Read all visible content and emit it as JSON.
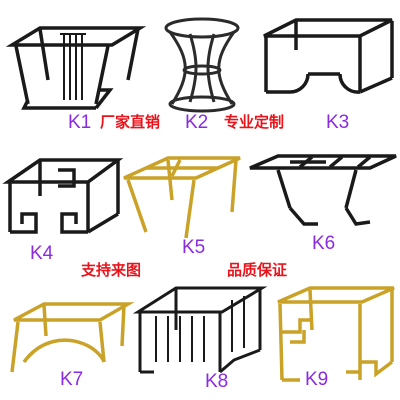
{
  "colors": {
    "background": "#ffffff",
    "frame_black": "#1a1a1a",
    "frame_dark": "#2b2b2b",
    "frame_gold": "#c9a227",
    "code_label": "#8a2be2",
    "slogan": "#e8141c"
  },
  "products": [
    {
      "code": "K1"
    },
    {
      "code": "K2"
    },
    {
      "code": "K3"
    },
    {
      "code": "K4"
    },
    {
      "code": "K5"
    },
    {
      "code": "K6"
    },
    {
      "code": "K7"
    },
    {
      "code": "K8"
    },
    {
      "code": "K9"
    }
  ],
  "slogans": {
    "factory_direct": "厂家直销",
    "custom_made": "专业定制",
    "support_drawings": "支持来图",
    "quality_guarantee": "品质保证"
  }
}
